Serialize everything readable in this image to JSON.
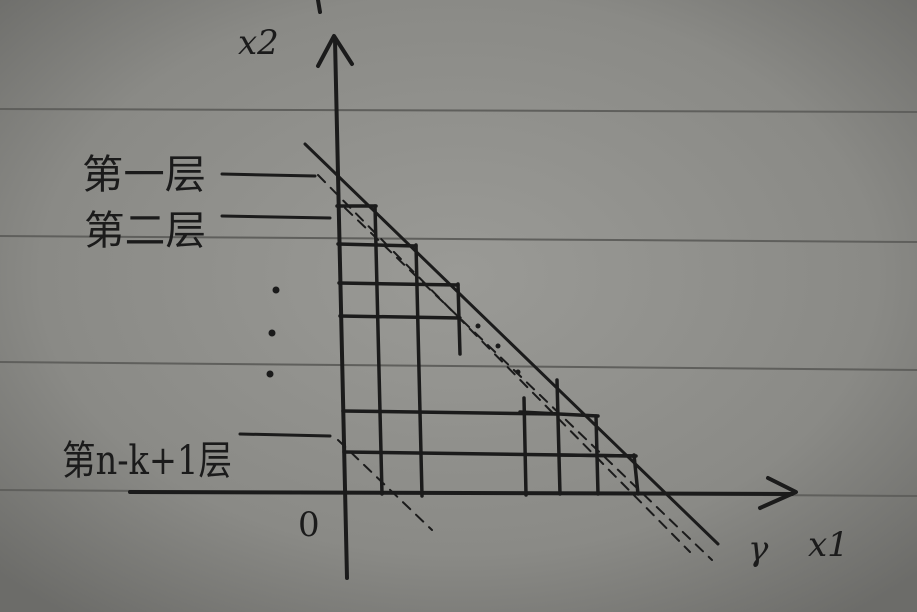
{
  "axes": {
    "y_label": "x2",
    "x_label": "x1",
    "origin_label": "0",
    "gamma_label": "γ"
  },
  "layers": {
    "first": "第一层",
    "second": "第二层",
    "last": "第n-k+1层"
  },
  "colors": {
    "paper": "#8a8a86",
    "ruling": "#5f5f5c",
    "ink": "#1b1b1b"
  }
}
